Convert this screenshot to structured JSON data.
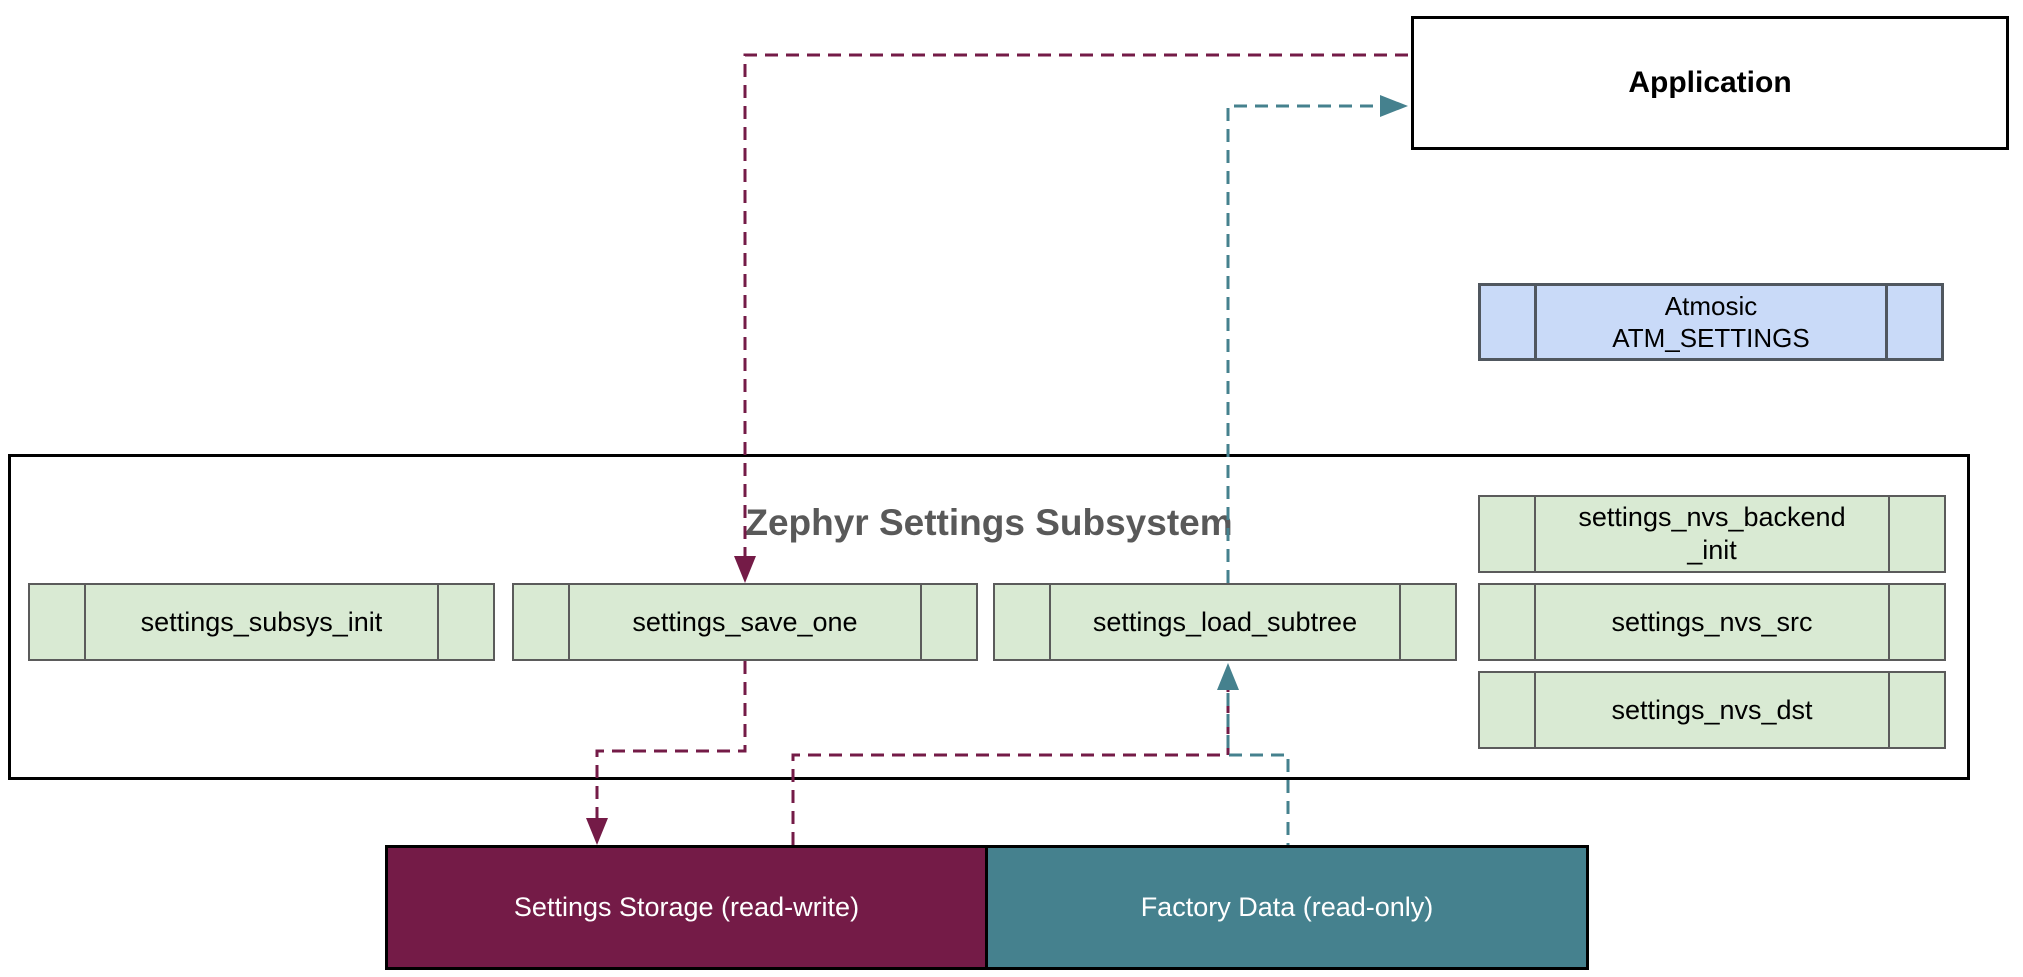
{
  "colors": {
    "maroon": "#741b47",
    "teal": "#45818e",
    "green_fill": "#d9ead3",
    "green_border": "#5b5b5b",
    "blue_fill": "#c9daf8",
    "blue_border": "#50575f",
    "title_color": "#595959",
    "box_border": "#000000"
  },
  "application": {
    "label": "Application"
  },
  "atmosic": {
    "lines": [
      "Atmosic",
      "ATM_SETTINGS"
    ]
  },
  "subsystem": {
    "title": "Zephyr Settings Subsystem",
    "functions": [
      {
        "label": "settings_subsys_init"
      },
      {
        "label": "settings_save_one"
      },
      {
        "label": "settings_load_subtree"
      }
    ],
    "nvs_functions": [
      {
        "lines": [
          "settings_nvs_backend",
          "_init"
        ]
      },
      {
        "lines": [
          "settings_nvs_src"
        ]
      },
      {
        "lines": [
          "settings_nvs_dst"
        ]
      }
    ]
  },
  "storage": {
    "read_write": {
      "label": "Settings Storage (read-write)"
    },
    "read_only": {
      "label": "Factory Data (read-only)"
    }
  }
}
